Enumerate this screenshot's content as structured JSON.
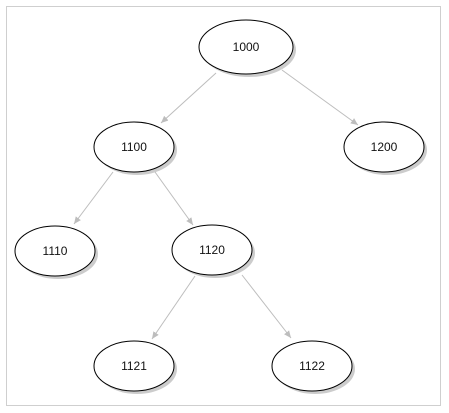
{
  "tree": {
    "nodes": [
      {
        "id": "n1000",
        "label": "1000"
      },
      {
        "id": "n1100",
        "label": "1100"
      },
      {
        "id": "n1200",
        "label": "1200"
      },
      {
        "id": "n1110",
        "label": "1110"
      },
      {
        "id": "n1120",
        "label": "1120"
      },
      {
        "id": "n1121",
        "label": "1121"
      },
      {
        "id": "n1122",
        "label": "1122"
      }
    ],
    "edges": [
      {
        "from": "n1000",
        "to": "n1100"
      },
      {
        "from": "n1000",
        "to": "n1200"
      },
      {
        "from": "n1100",
        "to": "n1110"
      },
      {
        "from": "n1100",
        "to": "n1120"
      },
      {
        "from": "n1120",
        "to": "n1121"
      },
      {
        "from": "n1120",
        "to": "n1122"
      }
    ],
    "colors": {
      "edge": "#bdbdbd",
      "node_stroke": "#000000",
      "node_fill": "#ffffff",
      "shadow": "#9a9a9a"
    }
  }
}
